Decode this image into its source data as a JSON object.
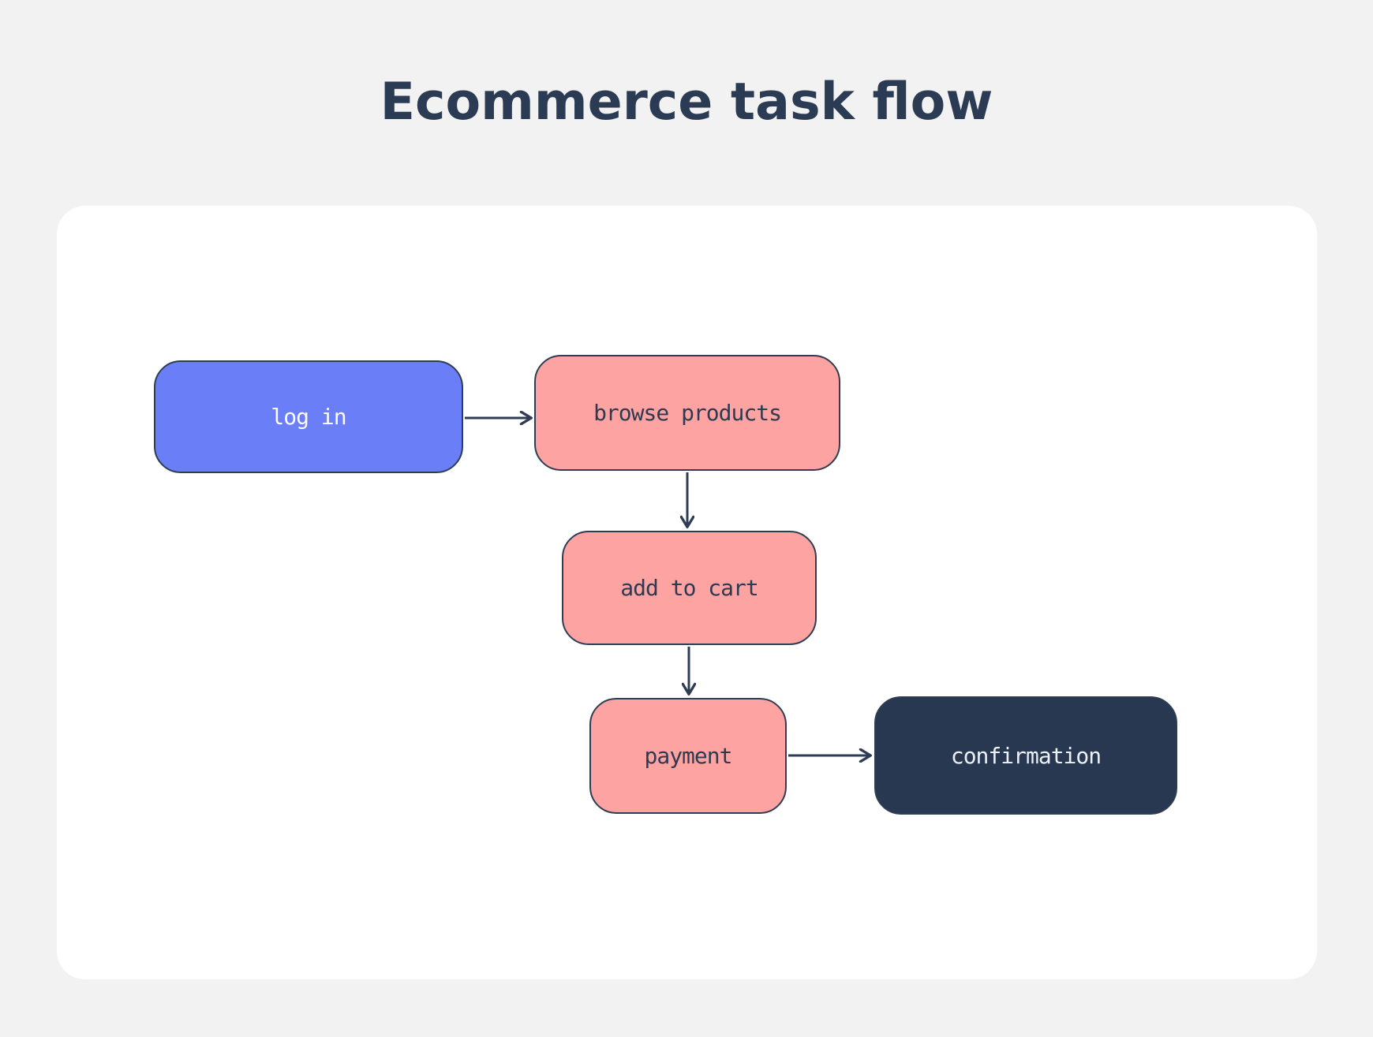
{
  "title": "Ecommerce task flow",
  "diagram": {
    "nodes": [
      {
        "id": "login",
        "label": "log in",
        "fill": "#6a7ef7",
        "text_color": "#ffffff"
      },
      {
        "id": "browse",
        "label": "browse products",
        "fill": "#fda3a2",
        "text_color": "#2e3a52"
      },
      {
        "id": "cart",
        "label": "add to cart",
        "fill": "#fda3a2",
        "text_color": "#2e3a52"
      },
      {
        "id": "payment",
        "label": "payment",
        "fill": "#fda3a2",
        "text_color": "#2e3a52"
      },
      {
        "id": "confirmation",
        "label": "confirmation",
        "fill": "#273850",
        "text_color": "#edf0f4"
      }
    ],
    "edges": [
      {
        "from": "log in",
        "to": "browse products",
        "direction": "right"
      },
      {
        "from": "browse products",
        "to": "add to cart",
        "direction": "down"
      },
      {
        "from": "add to cart",
        "to": "payment",
        "direction": "down"
      },
      {
        "from": "payment",
        "to": "confirmation",
        "direction": "right"
      }
    ]
  },
  "colors": {
    "page_background": "#f2f2f2",
    "card_background": "#ffffff",
    "title_text": "#2b3b54",
    "node_blue": "#6a7ef7",
    "node_pink": "#fda3a2",
    "node_navy": "#273850",
    "connector_stroke": "#2e3d54"
  }
}
